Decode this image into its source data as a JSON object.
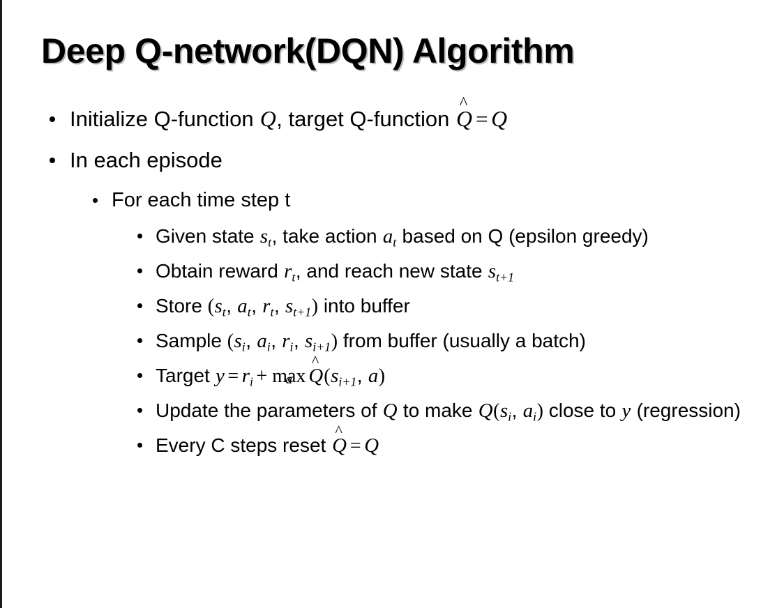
{
  "slide": {
    "title": "Deep Q-network(DQN) Algorithm",
    "background_color": "#ffffff",
    "text_color": "#000000",
    "left_border_color": "#1a1a1a",
    "title_shadow_color": "#787878"
  },
  "bullets": {
    "b1": {
      "level": 1,
      "pre": "Initialize Q-function ",
      "var_q1": "Q",
      "mid": ", target Q-function ",
      "hat": "^",
      "var_qhat": "Q",
      "equals": "=",
      "var_q2": "Q"
    },
    "b2": {
      "level": 1,
      "text": "In each episode"
    },
    "b3": {
      "level": 2,
      "text": "For each time step t"
    },
    "b4": {
      "level": 3,
      "pre": "Given state ",
      "var_s": "s",
      "sub_s": "t",
      "mid": ", take action ",
      "var_a": "a",
      "sub_a": "t",
      "post": " based on Q (epsilon greedy)"
    },
    "b5": {
      "level": 3,
      "pre": "Obtain reward ",
      "var_r": "r",
      "sub_r": "t",
      "mid": ", and reach new state ",
      "var_s": "s",
      "sub_s": "t+1"
    },
    "b6": {
      "level": 3,
      "pre": "Store ",
      "open": "(",
      "var_s1": "s",
      "sub_s1": "t",
      "c1": ", ",
      "var_a": "a",
      "sub_a": "t",
      "c2": ", ",
      "var_r": "r",
      "sub_r": "t",
      "c3": ", ",
      "var_s2": "s",
      "sub_s2": "t+1",
      "close": ")",
      "post": " into buffer"
    },
    "b7": {
      "level": 3,
      "pre": "Sample ",
      "open": "(",
      "var_s1": "s",
      "sub_s1": "i",
      "c1": ", ",
      "var_a": "a",
      "sub_a": "i",
      "c2": ", ",
      "var_r": "r",
      "sub_r": "i",
      "c3": ", ",
      "var_s2": "s",
      "sub_s2": "i+1",
      "close": ")",
      "post": " from buffer (usually a batch)"
    },
    "b8": {
      "level": 3,
      "pre": "Target ",
      "var_y": "y",
      "equals": "=",
      "var_r": "r",
      "sub_r": "i",
      "plus": "+",
      "max_op": "max",
      "max_limit": "a",
      "hat": "^",
      "var_qhat": "Q",
      "open": "(",
      "var_s": "s",
      "sub_s": "i+1",
      "comma": ", ",
      "var_a": "a",
      "close": ")"
    },
    "b9": {
      "level": 3,
      "pre": "Update the parameters of ",
      "var_q1": "Q",
      "mid": " to make ",
      "var_q2": "Q",
      "open": "(",
      "var_s": "s",
      "sub_s": "i",
      "comma": ", ",
      "var_a": "a",
      "sub_a": "i",
      "close": ")",
      "post": " close to ",
      "var_y": "y",
      "tail": " (regression)"
    },
    "b10": {
      "level": 3,
      "pre": "Every C steps reset ",
      "hat": "^",
      "var_qhat": "Q",
      "equals": "=",
      "var_q": "Q"
    }
  }
}
